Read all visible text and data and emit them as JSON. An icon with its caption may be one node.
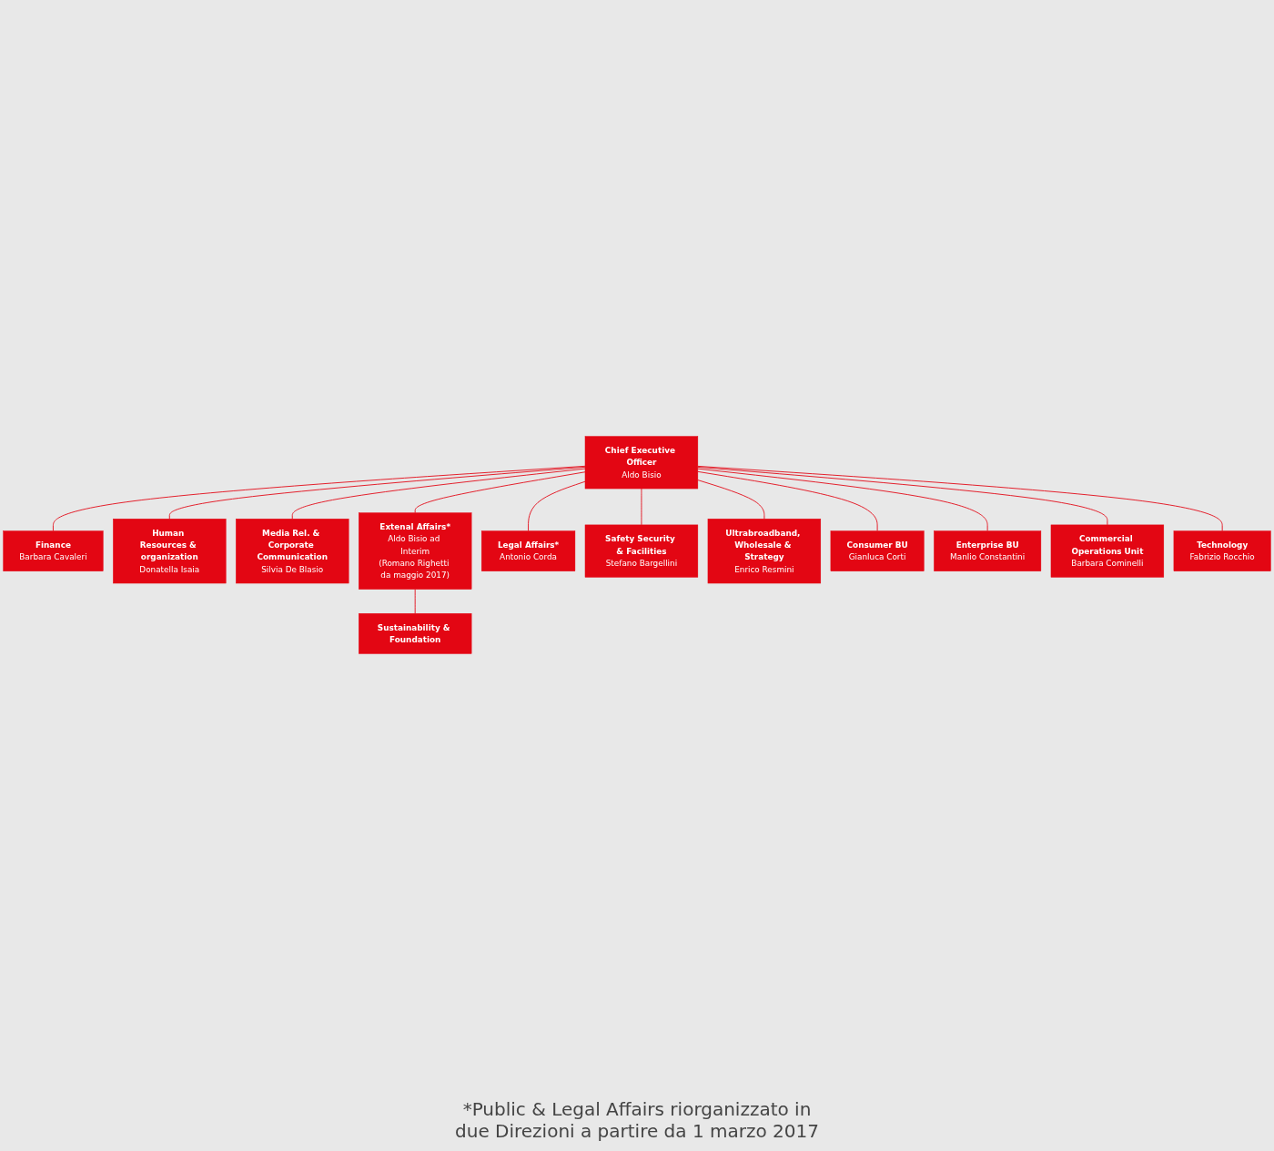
{
  "diagram": {
    "nodes": [
      {
        "text": [
          "Chief Executive Officer",
          "Aldo Bisio"
        ]
      },
      {
        "text": [
          "Finance",
          "Barbara Cavaleri"
        ]
      },
      {
        "text": [
          "Human Resources & organization",
          "Donatella Isaia"
        ]
      },
      {
        "text": [
          "Media Rel. & Corporate Communication",
          "Silvia De Blasio"
        ]
      },
      {
        "text": [
          "Extenal Affairs*",
          "Aldo Bisio ad Interim",
          "(Romano Righetti da maggio 2017)"
        ]
      },
      {
        "text": [
          "Sustainability & Foundation"
        ]
      },
      {
        "text": [
          "Legal Affairs*",
          "Antonio Corda"
        ]
      },
      {
        "text": [
          "Safety Security & Facilities",
          "Stefano Bargellini"
        ]
      },
      {
        "text": [
          "Ultrabroadband, Wholesale & Strategy",
          "Enrico Resmini"
        ]
      },
      {
        "text": [
          "Consumer BU",
          "Gianluca Corti"
        ]
      },
      {
        "text": [
          "Enterprise BU",
          "Manlio Constantini"
        ]
      },
      {
        "text": [
          "Commercial Operations Unit",
          "Barbara Cominelli"
        ]
      },
      {
        "text": [
          "Technology",
          "Fabrizio Rocchio"
        ]
      }
    ],
    "edges": [
      {
        "from": 0,
        "to": 1,
        "arrow": "none"
      },
      {
        "from": 0,
        "to": 2,
        "arrow": "none"
      },
      {
        "from": 0,
        "to": 3,
        "arrow": "none"
      },
      {
        "from": 0,
        "to": 4,
        "arrow": "none"
      },
      {
        "from": 4,
        "to": 5,
        "arrow": "none"
      },
      {
        "from": 0,
        "to": 6,
        "arrow": "none"
      },
      {
        "from": 0,
        "to": 7,
        "arrow": "none"
      },
      {
        "from": 0,
        "to": 8,
        "arrow": "none"
      },
      {
        "from": 0,
        "to": 9,
        "arrow": "none"
      },
      {
        "from": 0,
        "to": 10,
        "arrow": "none"
      },
      {
        "from": 0,
        "to": 11,
        "arrow": "none"
      },
      {
        "from": 0,
        "to": 12,
        "arrow": "none"
      }
    ],
    "labels": [
      "*Public & Legal Affairs riorganizzato in due Direzioni a partire da 1 marzo 2017"
    ]
  }
}
